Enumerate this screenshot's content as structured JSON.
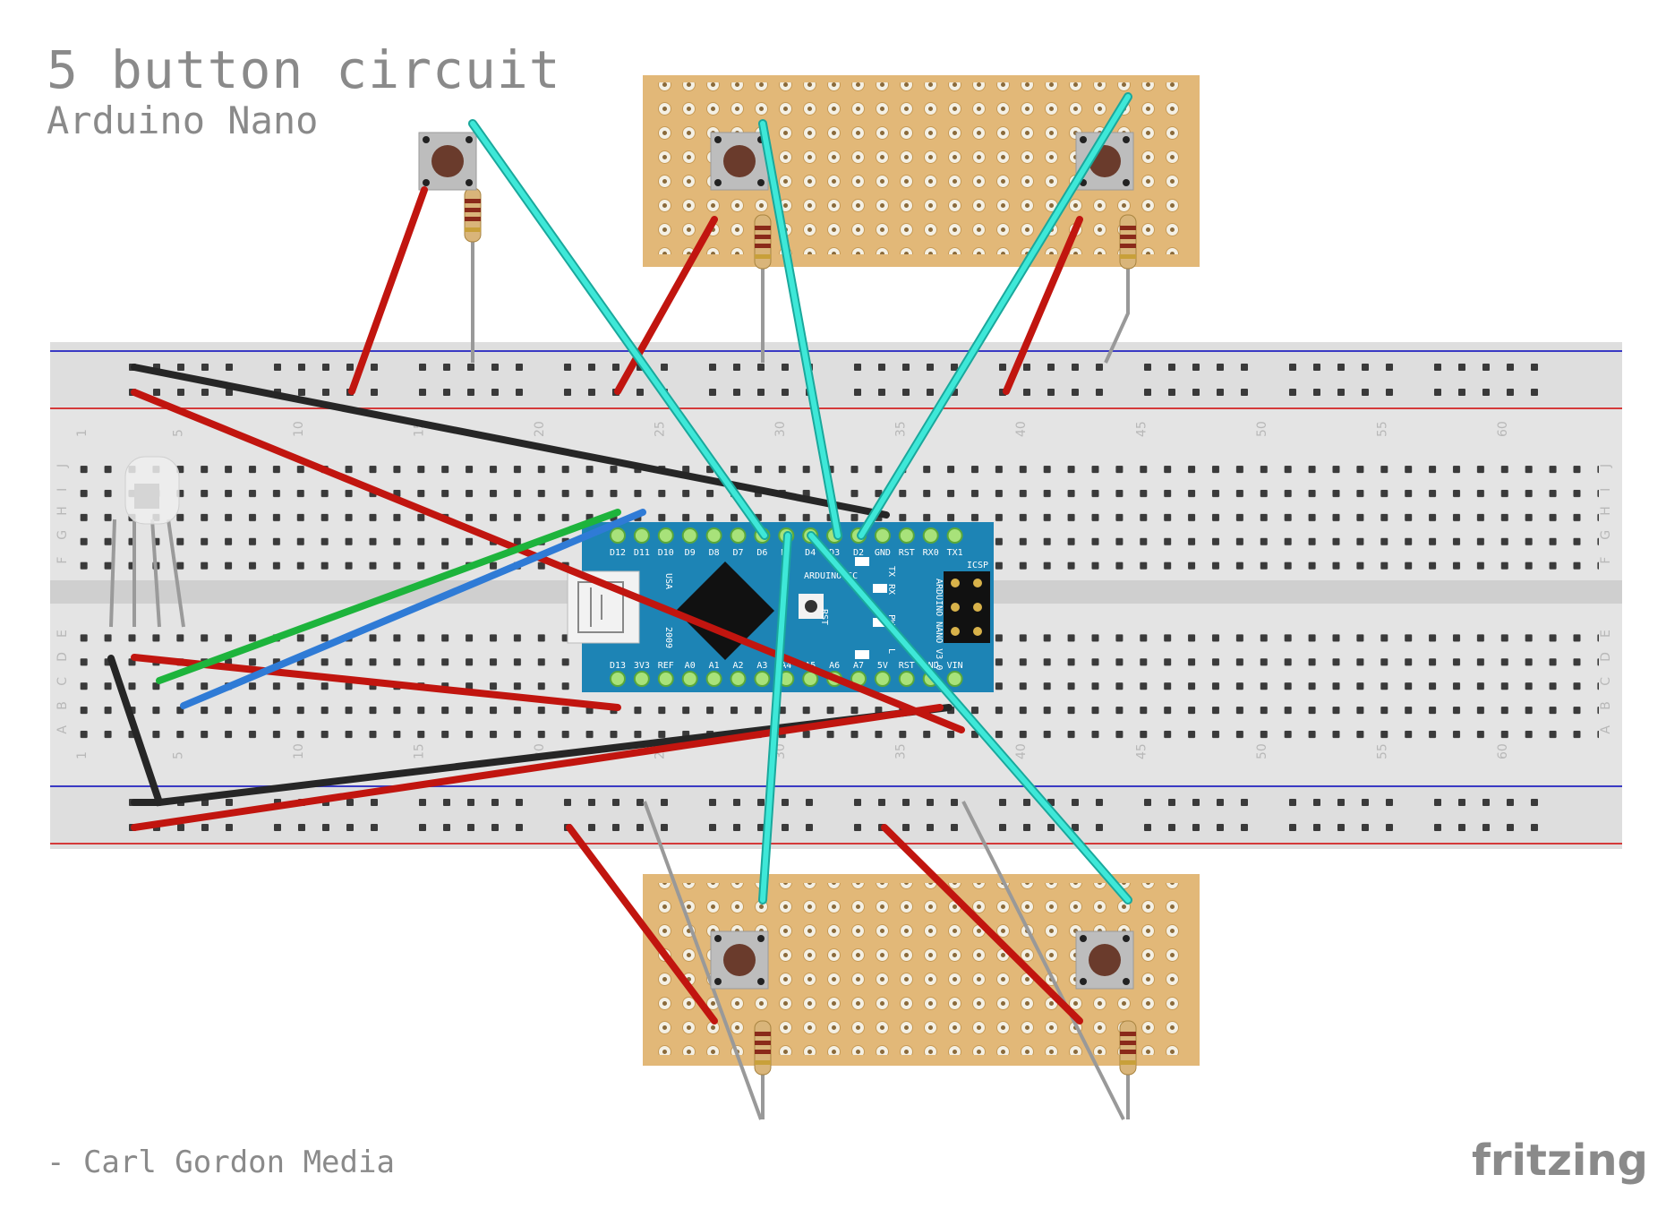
{
  "title": "5 button circuit",
  "subtitle": "Arduino Nano",
  "credit": "- Carl Gordon Media",
  "brand": "fritzing",
  "breadboard": {
    "column_numbers": [
      "1",
      "5",
      "10",
      "15",
      "20",
      "25",
      "30",
      "35",
      "40",
      "45",
      "50",
      "55",
      "60"
    ],
    "row_letters_top": [
      "J",
      "I",
      "H",
      "G",
      "F"
    ],
    "row_letters_bottom": [
      "E",
      "D",
      "C",
      "B",
      "A"
    ]
  },
  "nano": {
    "top_pins": [
      "D12",
      "D11",
      "D10",
      "D9",
      "D8",
      "D7",
      "D6",
      "D5",
      "D4",
      "D3",
      "D2",
      "GND",
      "RST",
      "RX0",
      "TX1"
    ],
    "bottom_pins": [
      "D13",
      "3V3",
      "REF",
      "A0",
      "A1",
      "A2",
      "A3",
      "A4",
      "A5",
      "A6",
      "A7",
      "5V",
      "RST",
      "GND",
      "VIN"
    ],
    "label_brand": "ARDUINO.CC",
    "label_model": "ARDUINO NANO V3.0",
    "label_usa": "USA",
    "label_year": "2009",
    "label_rst": "RST",
    "label_icsp": "ICSP",
    "leds": [
      "TX",
      "RX",
      "PWR",
      "L"
    ]
  },
  "colors": {
    "breadboard": "#e4e4e4",
    "stripboard": "#e2b878",
    "nano": "#1d84b5",
    "wire_red": "#c1150f",
    "wire_black": "#262626",
    "wire_cyan": "#3ee8d8",
    "wire_green": "#1db43c",
    "wire_blue": "#2f7bd6",
    "wire_grey": "#999999",
    "rail_blue": "#3a3ac4",
    "rail_red": "#d43a3a"
  }
}
